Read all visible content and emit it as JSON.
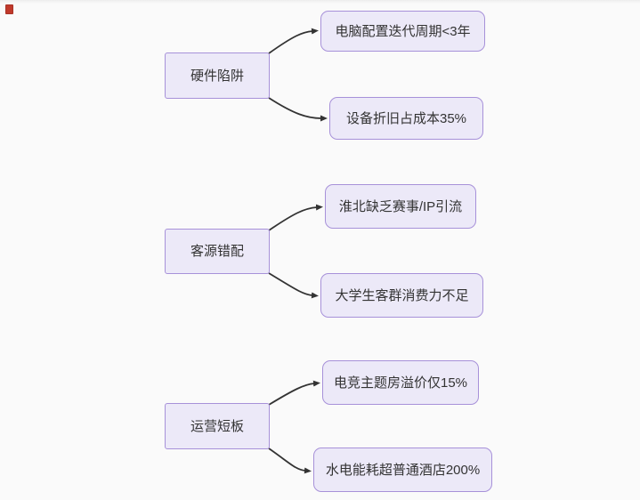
{
  "colors": {
    "page_bg": "#fafafa",
    "node_fill": "#ece9f8",
    "node_border": "#a791d9",
    "node_text": "#333333",
    "arrow": "#333333",
    "corner_marker": "#c0392b"
  },
  "diagram": {
    "groups": [
      {
        "parent": {
          "label": "硬件陷阱"
        },
        "children": [
          {
            "label": "电脑配置迭代周期<3年"
          },
          {
            "label": "设备折旧占成本35%"
          }
        ]
      },
      {
        "parent": {
          "label": "客源错配"
        },
        "children": [
          {
            "label": "淮北缺乏赛事/IP引流"
          },
          {
            "label": "大学生客群消费力不足"
          }
        ]
      },
      {
        "parent": {
          "label": "运营短板"
        },
        "children": [
          {
            "label": "电竞主题房溢价仅15%"
          },
          {
            "label": "水电能耗超普通酒店200%"
          }
        ]
      }
    ]
  }
}
